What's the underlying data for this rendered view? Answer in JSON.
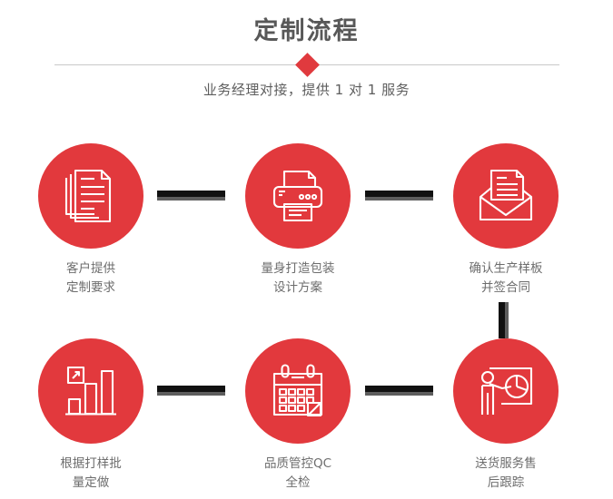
{
  "header": {
    "title": "定制流程",
    "subtitle": "业务经理对接，提供 1 对 1 服务",
    "accent_color": "#e03a3e",
    "title_color": "#585858",
    "divider_color": "#c9c9c9",
    "diamond_icon": "diamond-bullet"
  },
  "flow": {
    "circle_color": "#e2393d",
    "icon_color": "#ffffff",
    "connector_color": "#111111",
    "connector_shadow_color": "#5e5e5e",
    "label_color": "#6d6d6d",
    "steps": [
      {
        "id": 1,
        "icon": "documents-stack-icon",
        "label": "客户提供\n定制要求"
      },
      {
        "id": 2,
        "icon": "printer-icon",
        "label": "量身打造包装\n设计方案"
      },
      {
        "id": 3,
        "icon": "envelope-letter-icon",
        "label": "确认生产样板\n并签合同"
      },
      {
        "id": 4,
        "icon": "bar-chart-icon",
        "label": "根据打样批\n量定做"
      },
      {
        "id": 5,
        "icon": "calendar-check-icon",
        "label": "品质管控QC\n全检"
      },
      {
        "id": 6,
        "icon": "presenter-chart-icon",
        "label": "送货服务售\n后跟踪"
      }
    ],
    "connectors": [
      {
        "id": "c1",
        "from": 1,
        "to": 2,
        "orientation": "horizontal"
      },
      {
        "id": "c2",
        "from": 2,
        "to": 3,
        "orientation": "horizontal"
      },
      {
        "id": "c3",
        "from": 3,
        "to": 6,
        "orientation": "vertical"
      },
      {
        "id": "c4",
        "from": 4,
        "to": 5,
        "orientation": "horizontal"
      },
      {
        "id": "c5",
        "from": 5,
        "to": 6,
        "orientation": "horizontal"
      }
    ]
  }
}
